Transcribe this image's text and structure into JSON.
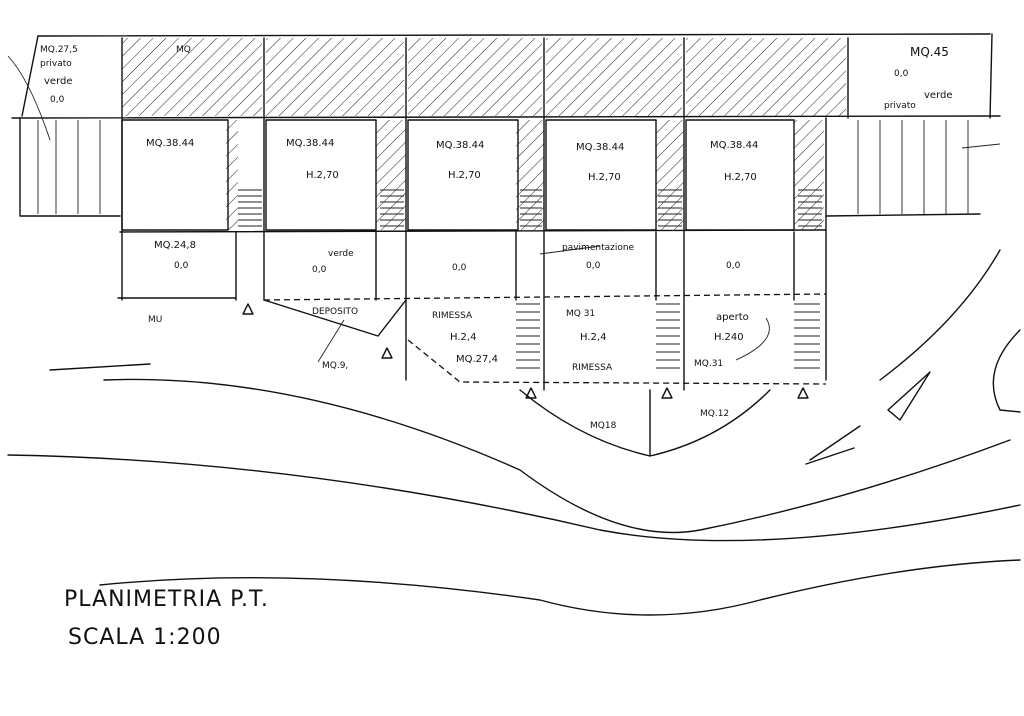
{
  "title": {
    "line1": "PLANIMETRIA P.T.",
    "line2": "SCALA 1:200"
  },
  "top_row": {
    "left_garden_area": "MQ.27,5",
    "left_garden_label": "privato",
    "left_garden_sub": "verde",
    "left_garden_height": "0,0",
    "hatched_label": "MQ",
    "right_garden_area": "MQ.45",
    "right_garden_height": "0,0",
    "right_garden_sub": "verde",
    "right_garden_label": "privato"
  },
  "units": [
    {
      "area": "MQ.38.44",
      "height": ""
    },
    {
      "area": "MQ.38.44",
      "height": "H.2,70"
    },
    {
      "area": "MQ.38.44",
      "height": "H.2,70"
    },
    {
      "area": "MQ.38.44",
      "height": "H.2,70"
    },
    {
      "area": "MQ.38.44",
      "height": "H.2,70"
    }
  ],
  "middle_row": {
    "cell1_area": "MQ.24,8",
    "cell1_height": "0,0",
    "cell2_note": "verde",
    "cell2_height": "0,0",
    "cell3_height": "0,0",
    "cell4_note": "pavimentazione",
    "cell4_height": "0,0",
    "cell5_height": "0,0"
  },
  "lower_row": {
    "mu_label": "MU",
    "deposito": "DEPOSITO",
    "deposito_area": "MQ.9,",
    "rimessa1": "RIMESSA",
    "rimessa1_height": "H.2,4",
    "rimessa1_area": "MQ.27,4",
    "rimessa2_area": "MQ 31",
    "rimessa2_height": "H.2,4",
    "rimessa2": "RIMESSA",
    "aperto": "aperto",
    "aperto_height": "H.240",
    "aperto_area": "MQ.31",
    "front_area1": "MQ18",
    "front_area2": "MQ.12"
  }
}
